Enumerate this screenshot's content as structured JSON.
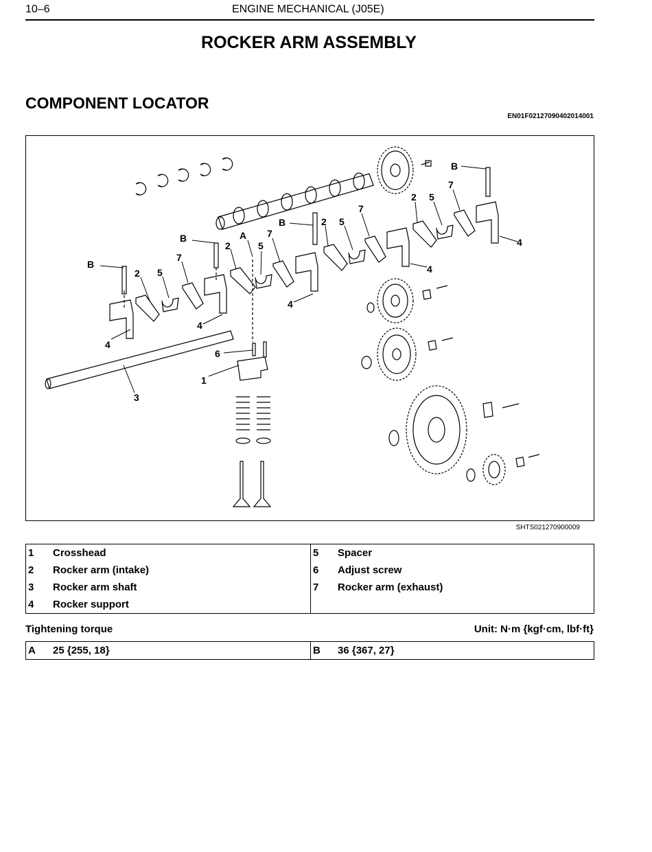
{
  "header": {
    "page_number": "10–6",
    "section": "ENGINE MECHANICAL (J05E)"
  },
  "title": "ROCKER ARM ASSEMBLY",
  "section_heading": "COMPONENT LOCATOR",
  "document_code": "EN01F02127090402014001",
  "figure": {
    "code": "SHTS021270900009",
    "callouts": {
      "c1": "1",
      "c2": "2",
      "c3": "3",
      "c4": "4",
      "c5": "5",
      "c6": "6",
      "c7": "7",
      "cA": "A",
      "cB": "B"
    }
  },
  "legend": [
    {
      "num": "1",
      "name": "Crosshead",
      "num2": "5",
      "name2": "Spacer"
    },
    {
      "num": "2",
      "name": "Rocker arm (intake)",
      "num2": "6",
      "name2": "Adjust screw"
    },
    {
      "num": "3",
      "name": "Rocker arm shaft",
      "num2": "7",
      "name2": "Rocker arm (exhaust)"
    },
    {
      "num": "4",
      "name": "Rocker support",
      "num2": "",
      "name2": ""
    }
  ],
  "torque": {
    "label": "Tightening torque",
    "unit": "Unit: N·m {kgf·cm, lbf·ft}",
    "rows": [
      {
        "key": "A",
        "value": "25 {255, 18}",
        "key2": "B",
        "value2": "36 {367, 27}"
      }
    ]
  }
}
